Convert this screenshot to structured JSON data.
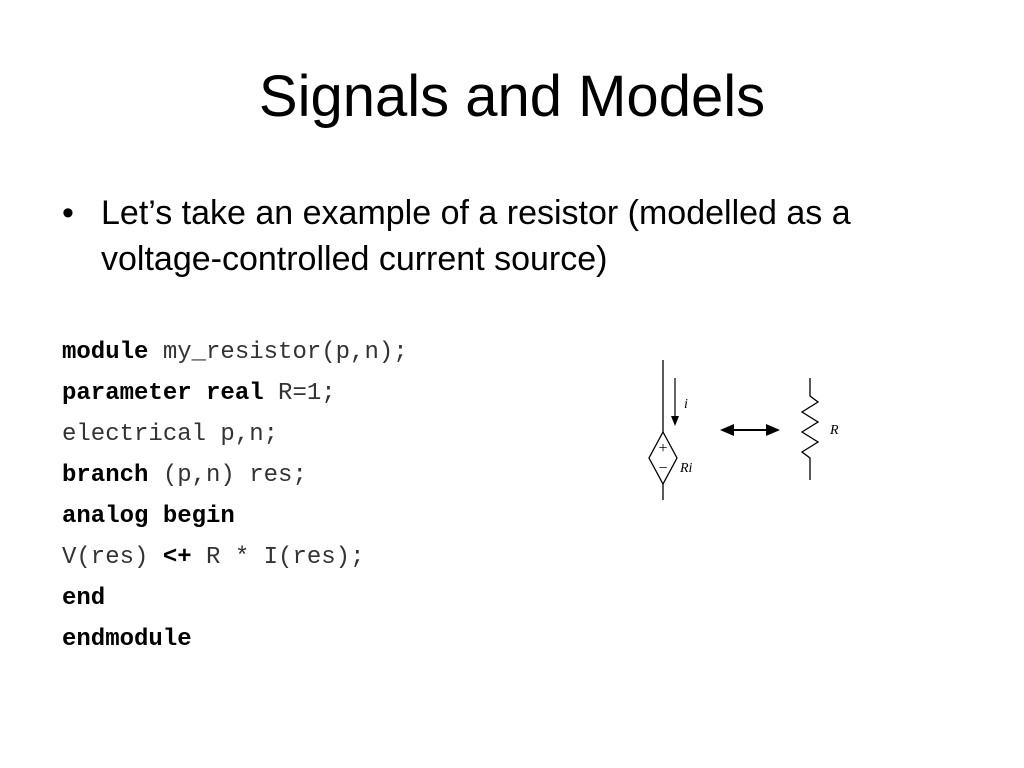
{
  "title": "Signals and Models",
  "bullet": {
    "mark": "•",
    "text": "Let’s take an example of a resistor (modelled as a voltage-controlled current source)"
  },
  "code": [
    [
      {
        "t": "module",
        "b": true
      },
      {
        "t": " my_resistor(p,n);",
        "b": false
      }
    ],
    [
      {
        "t": "parameter real",
        "b": true
      },
      {
        "t": " R=1;",
        "b": false
      }
    ],
    [
      {
        "t": "electrical p,n;",
        "b": false
      }
    ],
    [
      {
        "t": "branch",
        "b": true
      },
      {
        "t": " (p,n) res;",
        "b": false
      }
    ],
    [
      {
        "t": "analog begin",
        "b": true
      }
    ],
    [
      {
        "t": "V(res) ",
        "b": false
      },
      {
        "t": "<+",
        "b": true
      },
      {
        "t": " R * I(res);",
        "b": false
      }
    ],
    [
      {
        "t": "end",
        "b": true
      }
    ],
    [
      {
        "t": "endmodule",
        "b": true
      }
    ]
  ],
  "diagram": {
    "current_label": "i",
    "plus_sign": "+",
    "minus_sign": "−",
    "source_label": "Ri",
    "resistor_label": "R"
  }
}
